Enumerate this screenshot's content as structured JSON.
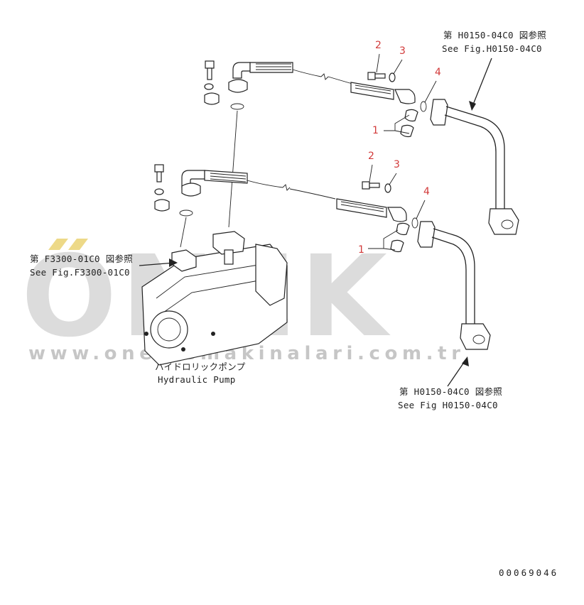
{
  "callouts": {
    "upper": {
      "p2": "2",
      "p3": "3",
      "p4": "4",
      "p1": "1"
    },
    "lower": {
      "p2": "2",
      "p3": "3",
      "p4": "4",
      "p1": "1"
    }
  },
  "references": {
    "top_right": {
      "jp": "第 H0150-04C0 図参照",
      "en": "See Fig.H0150-04C0"
    },
    "left": {
      "jp": "第 F3300-01C0 図参照",
      "en": "See Fig.F3300-01C0"
    },
    "bottom_right": {
      "jp": "第 H0150-04C0 図参照",
      "en": "See Fig H0150-04C0"
    }
  },
  "pump_label": {
    "jp": "ハイドロリックポンプ",
    "en": "Hydraulic Pump"
  },
  "drawing_number": "00069046",
  "watermark": {
    "brand": "ONEK",
    "url": "www.onekismakinalari.com.tr"
  }
}
